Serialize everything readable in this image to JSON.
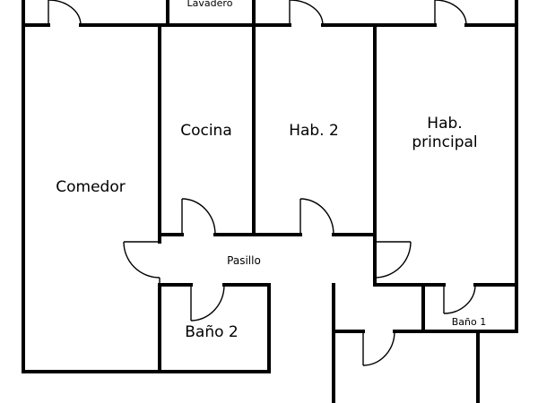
{
  "plan": {
    "rooms": {
      "lavadero": "Lavadero",
      "comedor": "Comedor",
      "cocina": "Cocina",
      "hab2": "Hab. 2",
      "principal_line1": "Hab.",
      "principal_line2": "principal",
      "pasillo": "Pasillo",
      "bano2": "Baño 2",
      "bano1": "Baño 1"
    }
  }
}
